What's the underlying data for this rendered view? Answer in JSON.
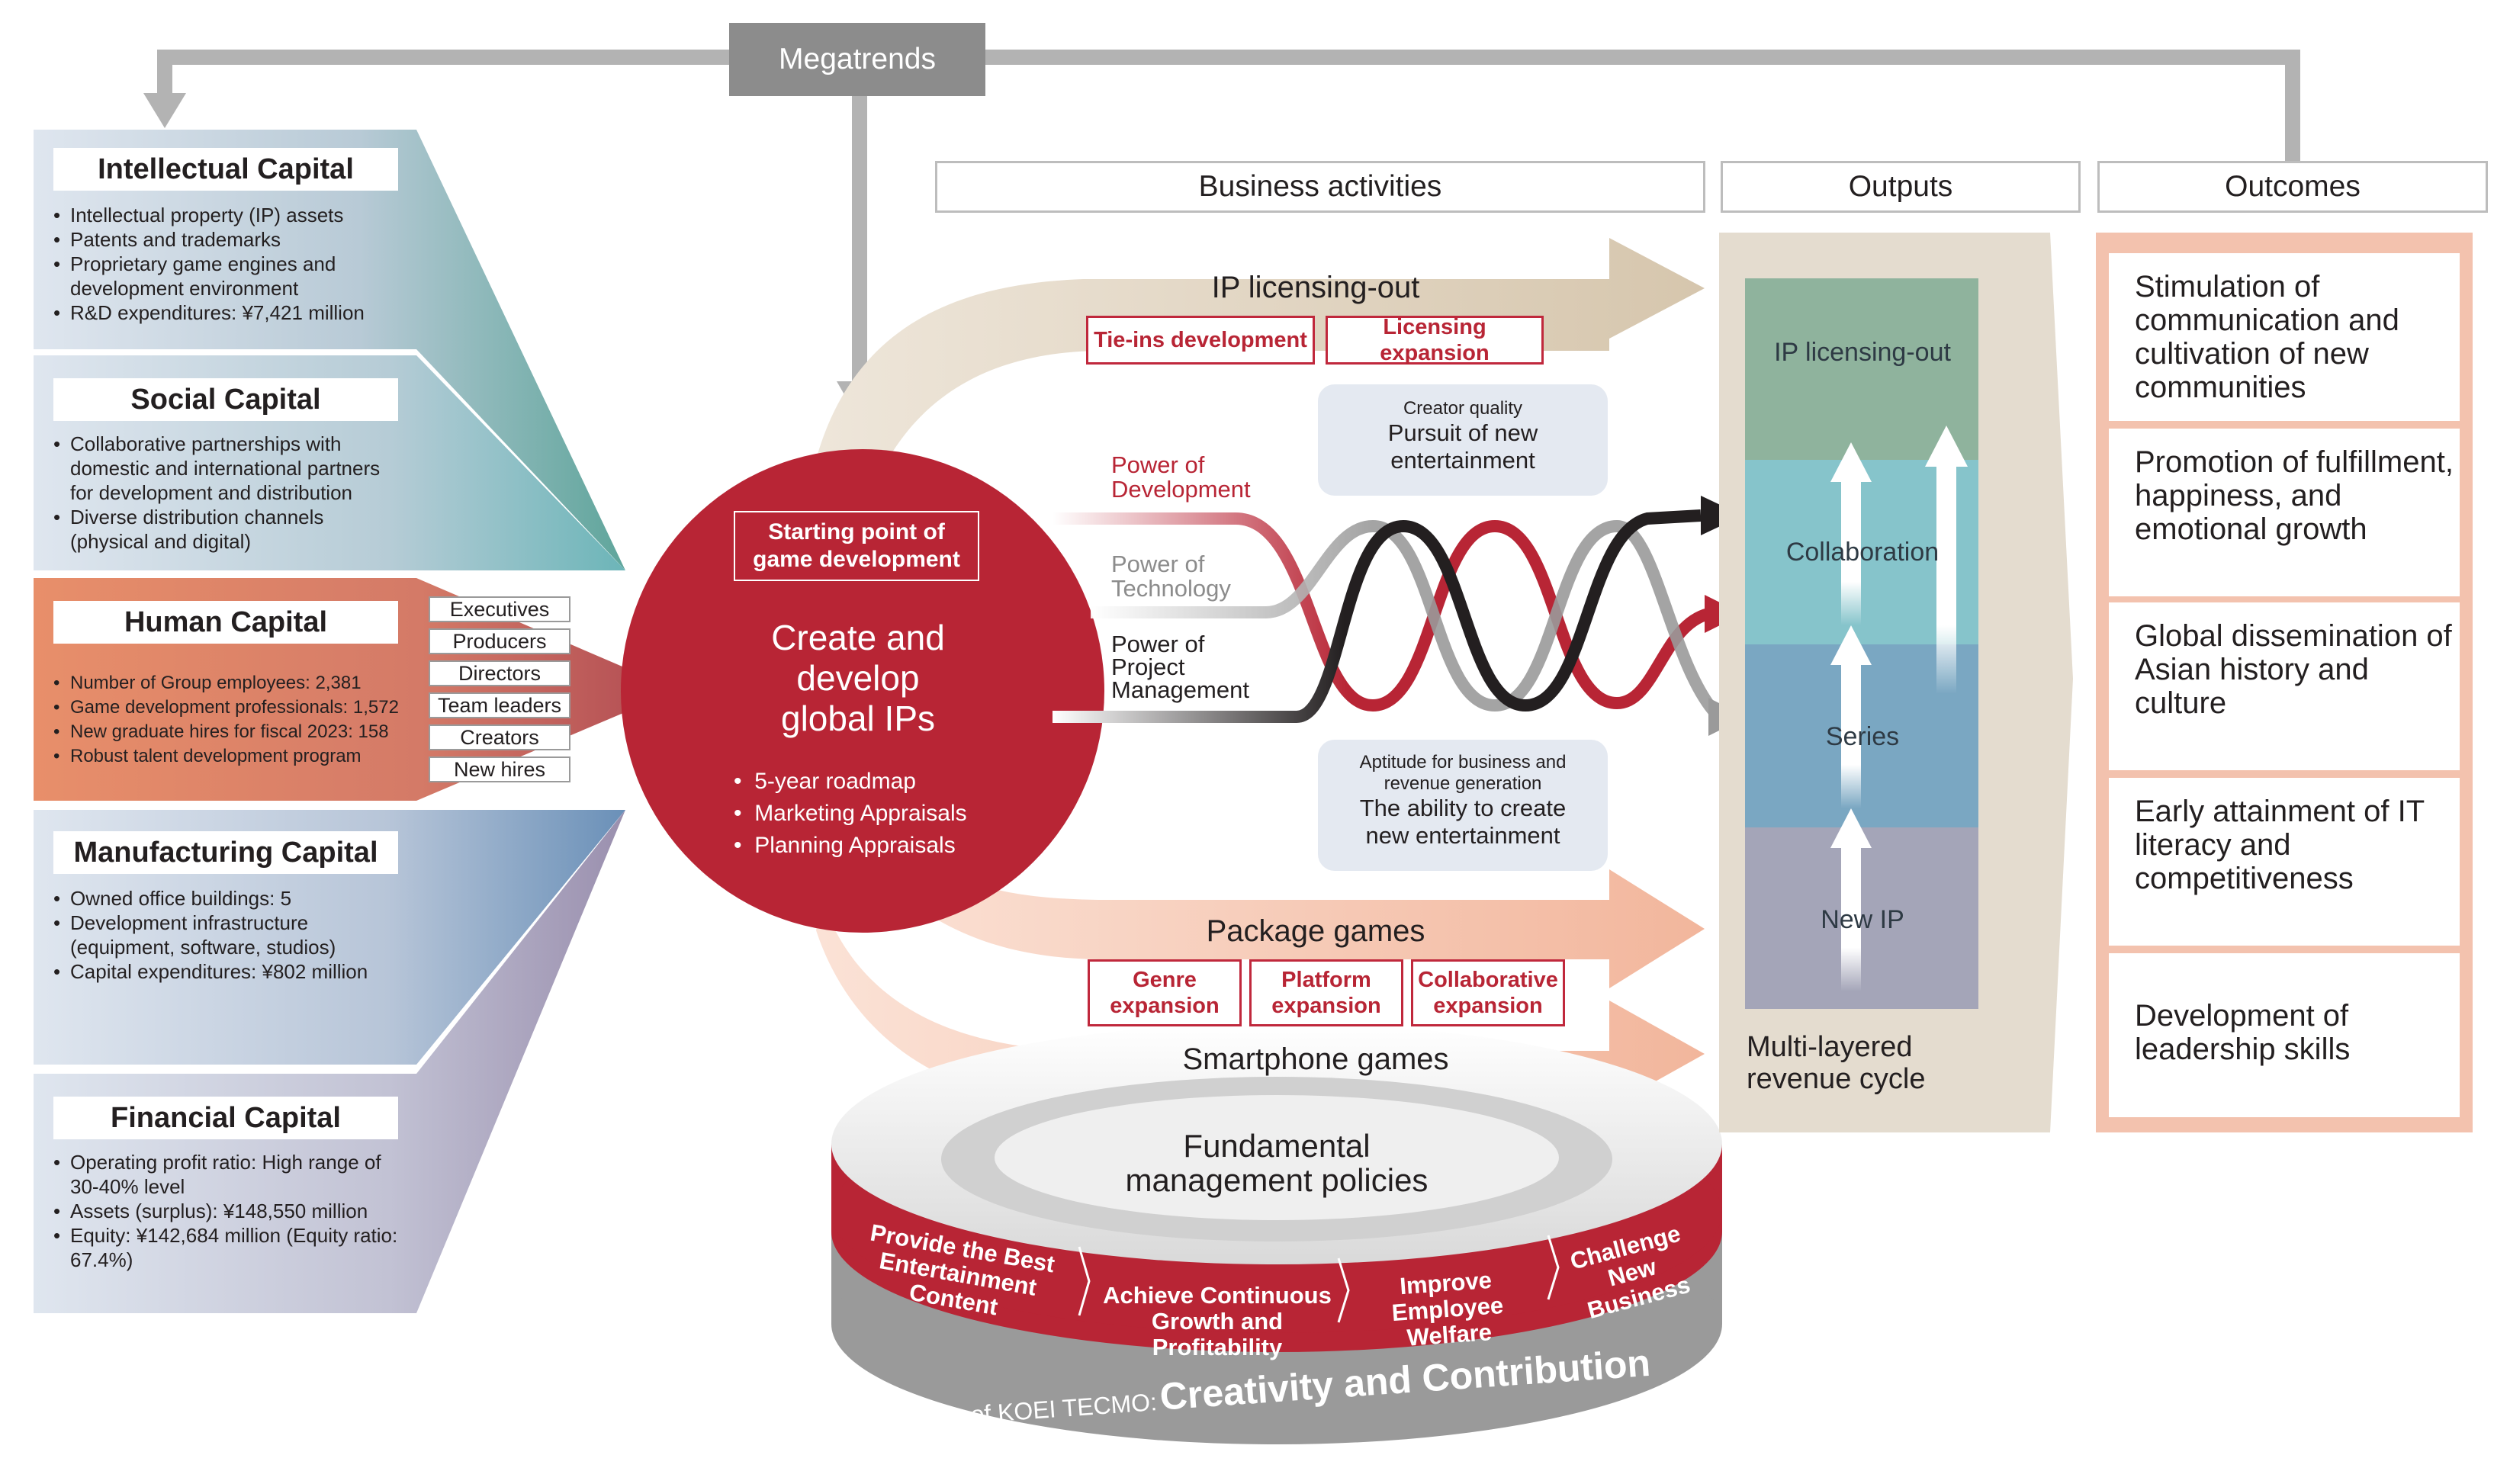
{
  "megatrends": "Megatrends",
  "headers": {
    "business_activities": "Business activities",
    "outputs": "Outputs",
    "outcomes": "Outcomes"
  },
  "capitals": [
    {
      "title": "Intellectual Capital",
      "items": [
        "Intellectual property (IP) assets",
        "Patents and trademarks",
        "Proprietary game engines and development environment",
        "R&D expenditures: ¥7,421 million"
      ]
    },
    {
      "title": "Social Capital",
      "items": [
        "Collaborative partnerships with domestic and international partners for development and distribution",
        "Diverse distribution channels (physical and digital)"
      ]
    },
    {
      "title": "Human Capital",
      "items": [
        "Number of Group employees: 2,381",
        "Game development professionals: 1,572",
        "New graduate hires for fiscal 2023: 158",
        "Robust talent development program"
      ],
      "roles": [
        "Executives",
        "Producers",
        "Directors",
        "Team leaders",
        "Creators",
        "New hires"
      ]
    },
    {
      "title": "Manufacturing Capital",
      "items": [
        "Owned office buildings: 5",
        "Development infrastructure (equipment, software, studios)",
        "Capital expenditures: ¥802 million"
      ]
    },
    {
      "title": "Financial Capital",
      "items": [
        "Operating profit ratio: High range of 30-40% level",
        "Assets (surplus): ¥148,550 million",
        "Equity: ¥142,684 million (Equity ratio: 67.4%)"
      ]
    }
  ],
  "center": {
    "starting_point": "Starting point of game development",
    "main": "Create and develop global IPs",
    "bullets": [
      "5-year roadmap",
      "Marketing Appraisals",
      "Planning Appraisals"
    ]
  },
  "ip_licensing": {
    "label": "IP licensing-out",
    "tags": [
      "Tie-ins development",
      "Licensing expansion"
    ]
  },
  "bubbles": {
    "top_small": "Creator quality",
    "top_main": "Pursuit of new entertainment",
    "bottom_small": "Aptitude for business and revenue generation",
    "bottom_main": "The ability to create new entertainment"
  },
  "powers": {
    "development": "Power of Development",
    "technology": "Power of Technology",
    "project": "Power of Project Management"
  },
  "package_games": {
    "label": "Package games",
    "tags": [
      "Genre expansion",
      "Platform expansion",
      "Collaborative expansion"
    ]
  },
  "smartphone_games": "Smartphone games",
  "fundamental": "Fundamental management policies",
  "policies": [
    "Provide the Best Entertainment Content",
    "Achieve Continuous Growth and Profitability",
    "Improve Employee Welfare",
    "Challenge New Business"
  ],
  "ethos": {
    "prefix": "The ethos of KOEI TECMO:",
    "main": "Creativity and Contribution"
  },
  "outputs": {
    "layers": [
      "IP licensing-out",
      "Collaboration",
      "Series",
      "New IP"
    ],
    "cycle_label": "Multi-layered revenue cycle"
  },
  "outcomes": [
    "Stimulation of communication and cultivation of new communities",
    "Promotion of fulfillment, happiness, and emotional growth",
    "Global dissemination of Asian history and culture",
    "Early attainment of IT literacy and competitiveness",
    "Development of leadership skills"
  ],
  "colors": {
    "red": "#b82535",
    "intellectual": "#dbe3ec",
    "human": "#e58d6b",
    "outputs_ip": "#8fb39d",
    "outputs_collab": "#86c4cb",
    "outputs_series": "#7aa7c2",
    "outputs_newip": "#a4a5b8",
    "outcomes_border": "#f3c2ae"
  }
}
